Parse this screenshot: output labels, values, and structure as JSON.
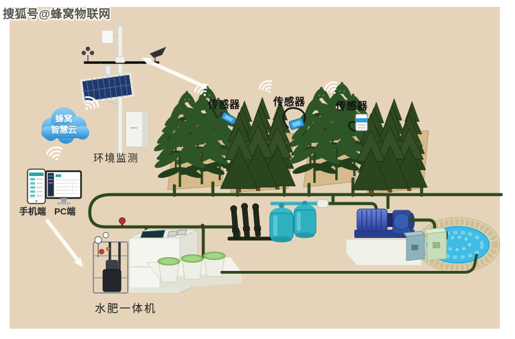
{
  "watermark": {
    "text": "搜狐号@蜂窝物联网"
  },
  "cloud": {
    "line1": "蜂窝",
    "line2": "智慧云"
  },
  "weather_station": {
    "label": "环境监测"
  },
  "clients": {
    "mobile_label": "手机端",
    "pc_label": "PC端"
  },
  "sensors": {
    "labels": [
      "传感器",
      "传感器",
      "传感器"
    ]
  },
  "fertigation": {
    "label": "水肥一体机"
  },
  "colors": {
    "canvas_bg": "#e6d4ba",
    "pipe_green": "#2e4a1e",
    "cloud_blue": "#2f9dde",
    "filter_tank_teal": "#2eb0c1",
    "pool_water_blue": "#41bce4",
    "pump_blue": "#3a55b8",
    "valve_red": "#b5303a"
  }
}
